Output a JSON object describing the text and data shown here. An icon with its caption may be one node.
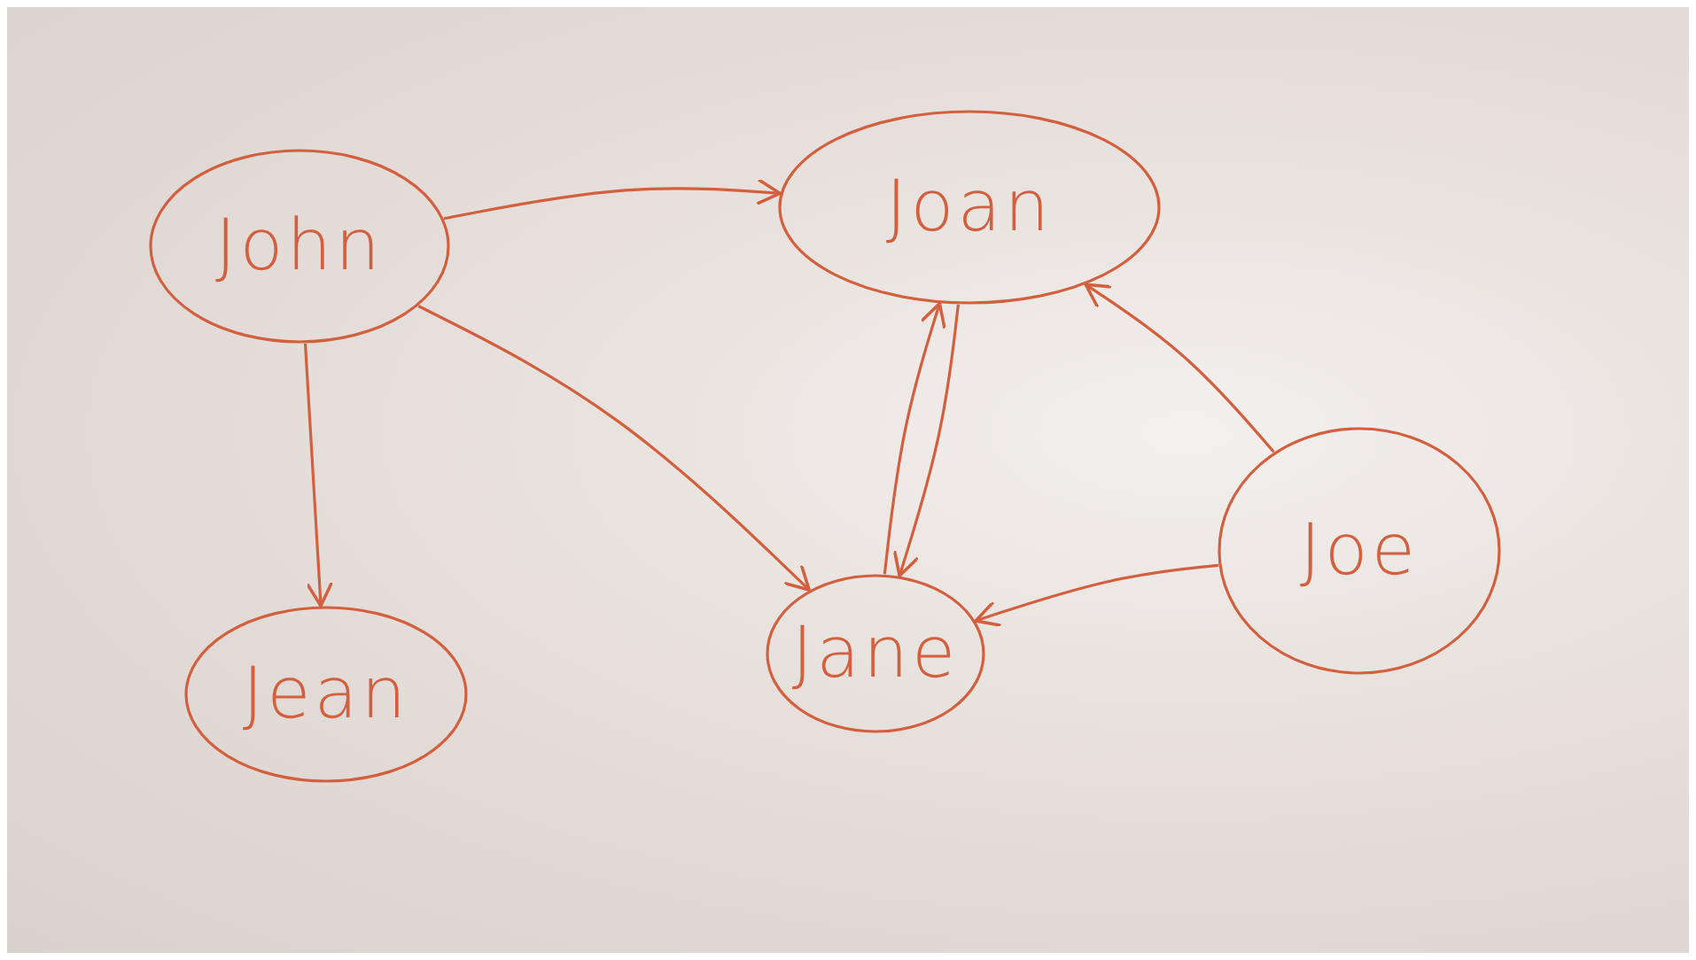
{
  "diagram": {
    "nodes": [
      {
        "text": [
          "John"
        ]
      },
      {
        "text": [
          "Joan"
        ]
      },
      {
        "text": [
          "Jean"
        ]
      },
      {
        "text": [
          "Jane"
        ]
      },
      {
        "text": [
          "Joe"
        ]
      }
    ],
    "edges": [
      {
        "from": 0,
        "to": 1,
        "arrow": "to"
      },
      {
        "from": 0,
        "to": 3,
        "arrow": "to"
      },
      {
        "from": 0,
        "to": 2,
        "arrow": "to"
      },
      {
        "from": 1,
        "to": 3,
        "arrow": "to"
      },
      {
        "from": 3,
        "to": 1,
        "arrow": "to"
      },
      {
        "from": 4,
        "to": 1,
        "arrow": "to"
      },
      {
        "from": 4,
        "to": 3,
        "arrow": "to"
      }
    ]
  }
}
